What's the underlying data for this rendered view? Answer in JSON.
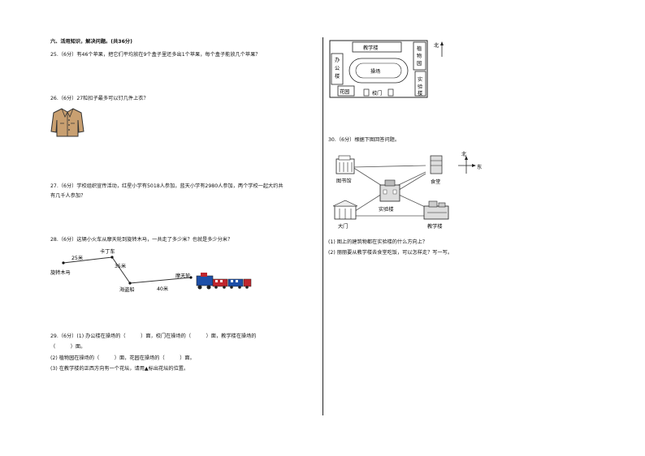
{
  "section_title": "六、活用知识，解决问题。(共36分)",
  "q25": {
    "text": "25.（6分）有46个苹果，把它们平均放在9个盒子里还多出1个苹果，每个盒子能放几个苹果？"
  },
  "q26": {
    "text": "26.（6分）27粒扣子最多可以钉几件上衣？"
  },
  "q27": {
    "line1": "27.（6分）学校组织宣传活动，红星小学有5018人参加，蓝天小学有2980人参加，两个学校一起大约共",
    "line2": "有几千人参加？"
  },
  "q28": {
    "text": "28.（6分）这辆小火车从摩天轮到旋转木马，一共走了多少米？也就是多少分米？",
    "labels": {
      "merry": "旋转木马",
      "d1": "25米",
      "bumper": "卡丁车",
      "d2": "35米",
      "pirate": "海盗船",
      "d3": "40米",
      "wheel": "摩天轮"
    }
  },
  "q29": {
    "line1": "29.（6分）(1) 办公楼在操场的（　　　）面，校门在操场的（　　　）面，教学楼在操场的",
    "line2": "（　　　）面。",
    "line3": "(2) 植物园在操场的（　　　）面，花园在操场的（　　　）面。",
    "line4": "(3) 在教学楼的正西方向有一个花坛，请用▲标出花坛的位置。"
  },
  "map29": {
    "teach": "教学楼",
    "plant": "植物园",
    "office": "办公楼",
    "field": "操场",
    "lab": "实验楼",
    "garden": "花园",
    "gate": "校门",
    "north": "北"
  },
  "q30": {
    "text": "30.（6分）根据下图回答问题。",
    "p1": "(1) 图上的建筑物都在实验楼的什么方向上？",
    "p2": "(2) 丽丽要从教学楼去食堂吃饭，可以怎样走？写一写。"
  },
  "map30": {
    "library": "图书馆",
    "canteen": "食堂",
    "lab": "实验楼",
    "gate": "大门",
    "teach": "教学楼",
    "north": "北",
    "east": "东"
  }
}
